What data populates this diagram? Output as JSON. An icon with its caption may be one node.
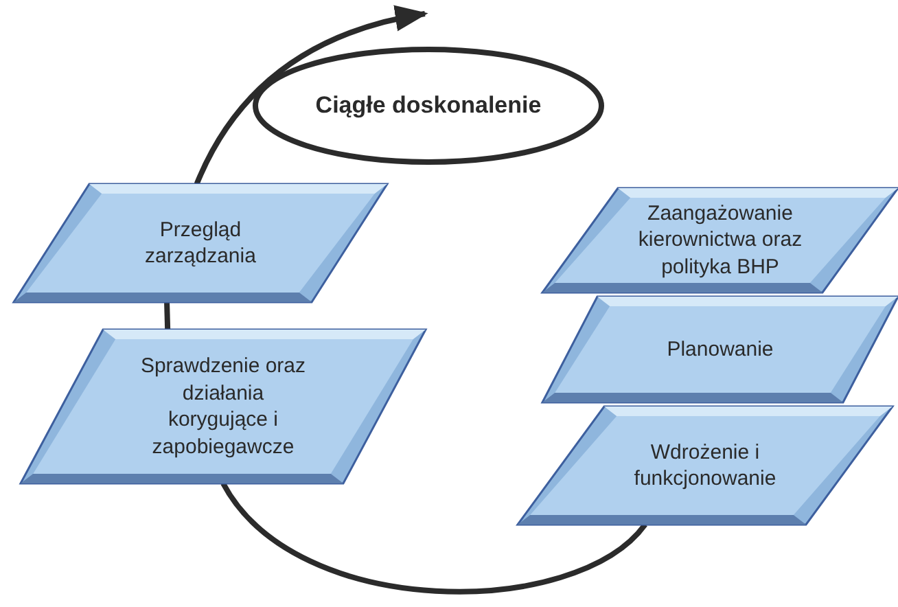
{
  "diagram": {
    "nodes": [
      {
        "text": [
          "Ciągłe doskonalenie"
        ]
      },
      {
        "text": [
          "Przegląd zarządzania"
        ]
      },
      {
        "text": [
          "Sprawdzenie oraz działania korygujące i zapobiegawcze"
        ]
      },
      {
        "text": [
          "Zaangażowanie kierownictwa oraz polityka BHP"
        ]
      },
      {
        "text": [
          "Planowanie"
        ]
      },
      {
        "text": [
          "Wdrożenie i funkcjonowanie"
        ]
      }
    ],
    "edges": [
      {
        "from": 5,
        "to": 2,
        "arrow": "none"
      },
      {
        "from": 2,
        "to": 1,
        "arrow": "none"
      },
      {
        "from": 1,
        "to": 0,
        "arrow": "to"
      }
    ]
  }
}
